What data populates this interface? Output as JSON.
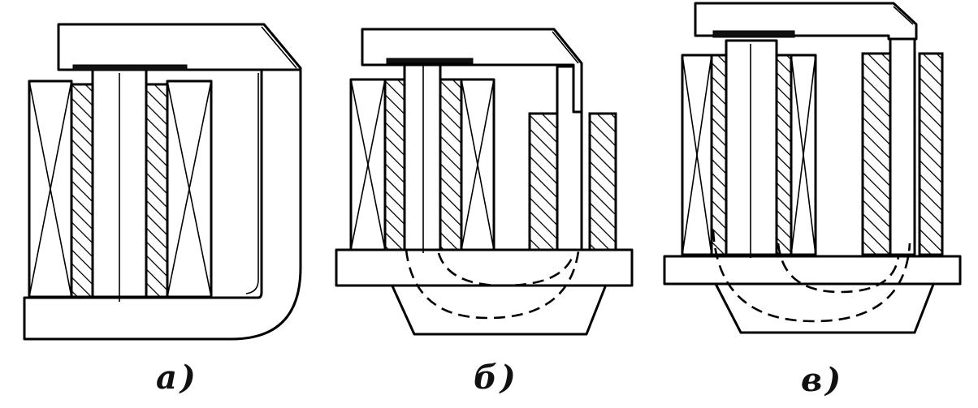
{
  "figure": {
    "captions": {
      "a": "а)",
      "b": "б)",
      "c": "в)"
    },
    "colors": {
      "ink": "#000000",
      "paper": "#ffffff"
    }
  }
}
